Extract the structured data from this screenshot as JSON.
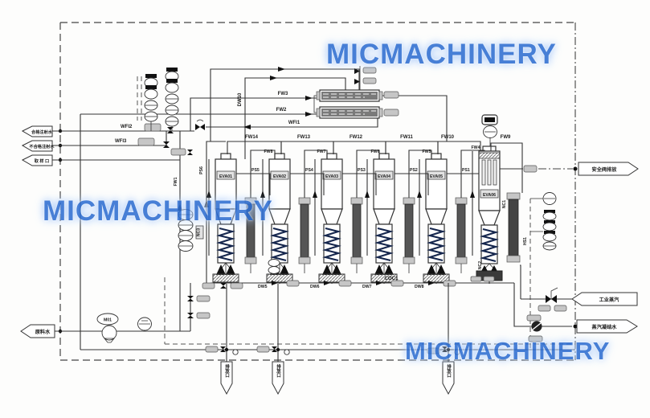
{
  "watermark": {
    "text": "MICMACHINERY",
    "color": "#2e6ed1"
  },
  "flags": {
    "wfi_ok": "合格注射水",
    "wfi_reject": "不合格注射水",
    "sample_port": "取 样 口",
    "feed_water": "原料水",
    "safety_vent": "安全阀排放",
    "plant_steam": "工业蒸汽",
    "steam_condensate": "蒸汽凝结水",
    "drain_1": "排放口",
    "drain_2": "排放口",
    "drain_3": "排放口"
  },
  "lines": {
    "fw1": "FW1",
    "fw2": "FW2",
    "fw3": "FW3",
    "fw4": "FW4",
    "fw5": "FW5",
    "fw6": "FW6",
    "fw7": "FW7",
    "fw8": "FW8",
    "fw9": "FW9",
    "fw10": "FW10",
    "fw11": "FW11",
    "fw12": "FW12",
    "fw13": "FW13",
    "fw14": "FW14",
    "wfi1": "WFI1",
    "wfi2": "WFI2",
    "wfi3": "WFI3",
    "ps1": "PS1",
    "ps2": "PS2",
    "ps3": "PS3",
    "ps4": "PS4",
    "ps5": "PS5",
    "ps6": "PS6",
    "dw5": "DW5",
    "dw6": "DW6",
    "dw7": "DW7",
    "dw8": "DW8",
    "dw10": "DW10",
    "nc1": "NC1",
    "nc2": "NC2",
    "nc3": "NC3",
    "hs1": "HS1",
    "coc1": "COC1"
  },
  "equipment": {
    "eva1": "EVA01",
    "eva2": "EVA02",
    "eva3": "EVA03",
    "eva4": "EVA04",
    "eva5": "EVA05",
    "eva6": "EVA06",
    "pump": "M01"
  }
}
